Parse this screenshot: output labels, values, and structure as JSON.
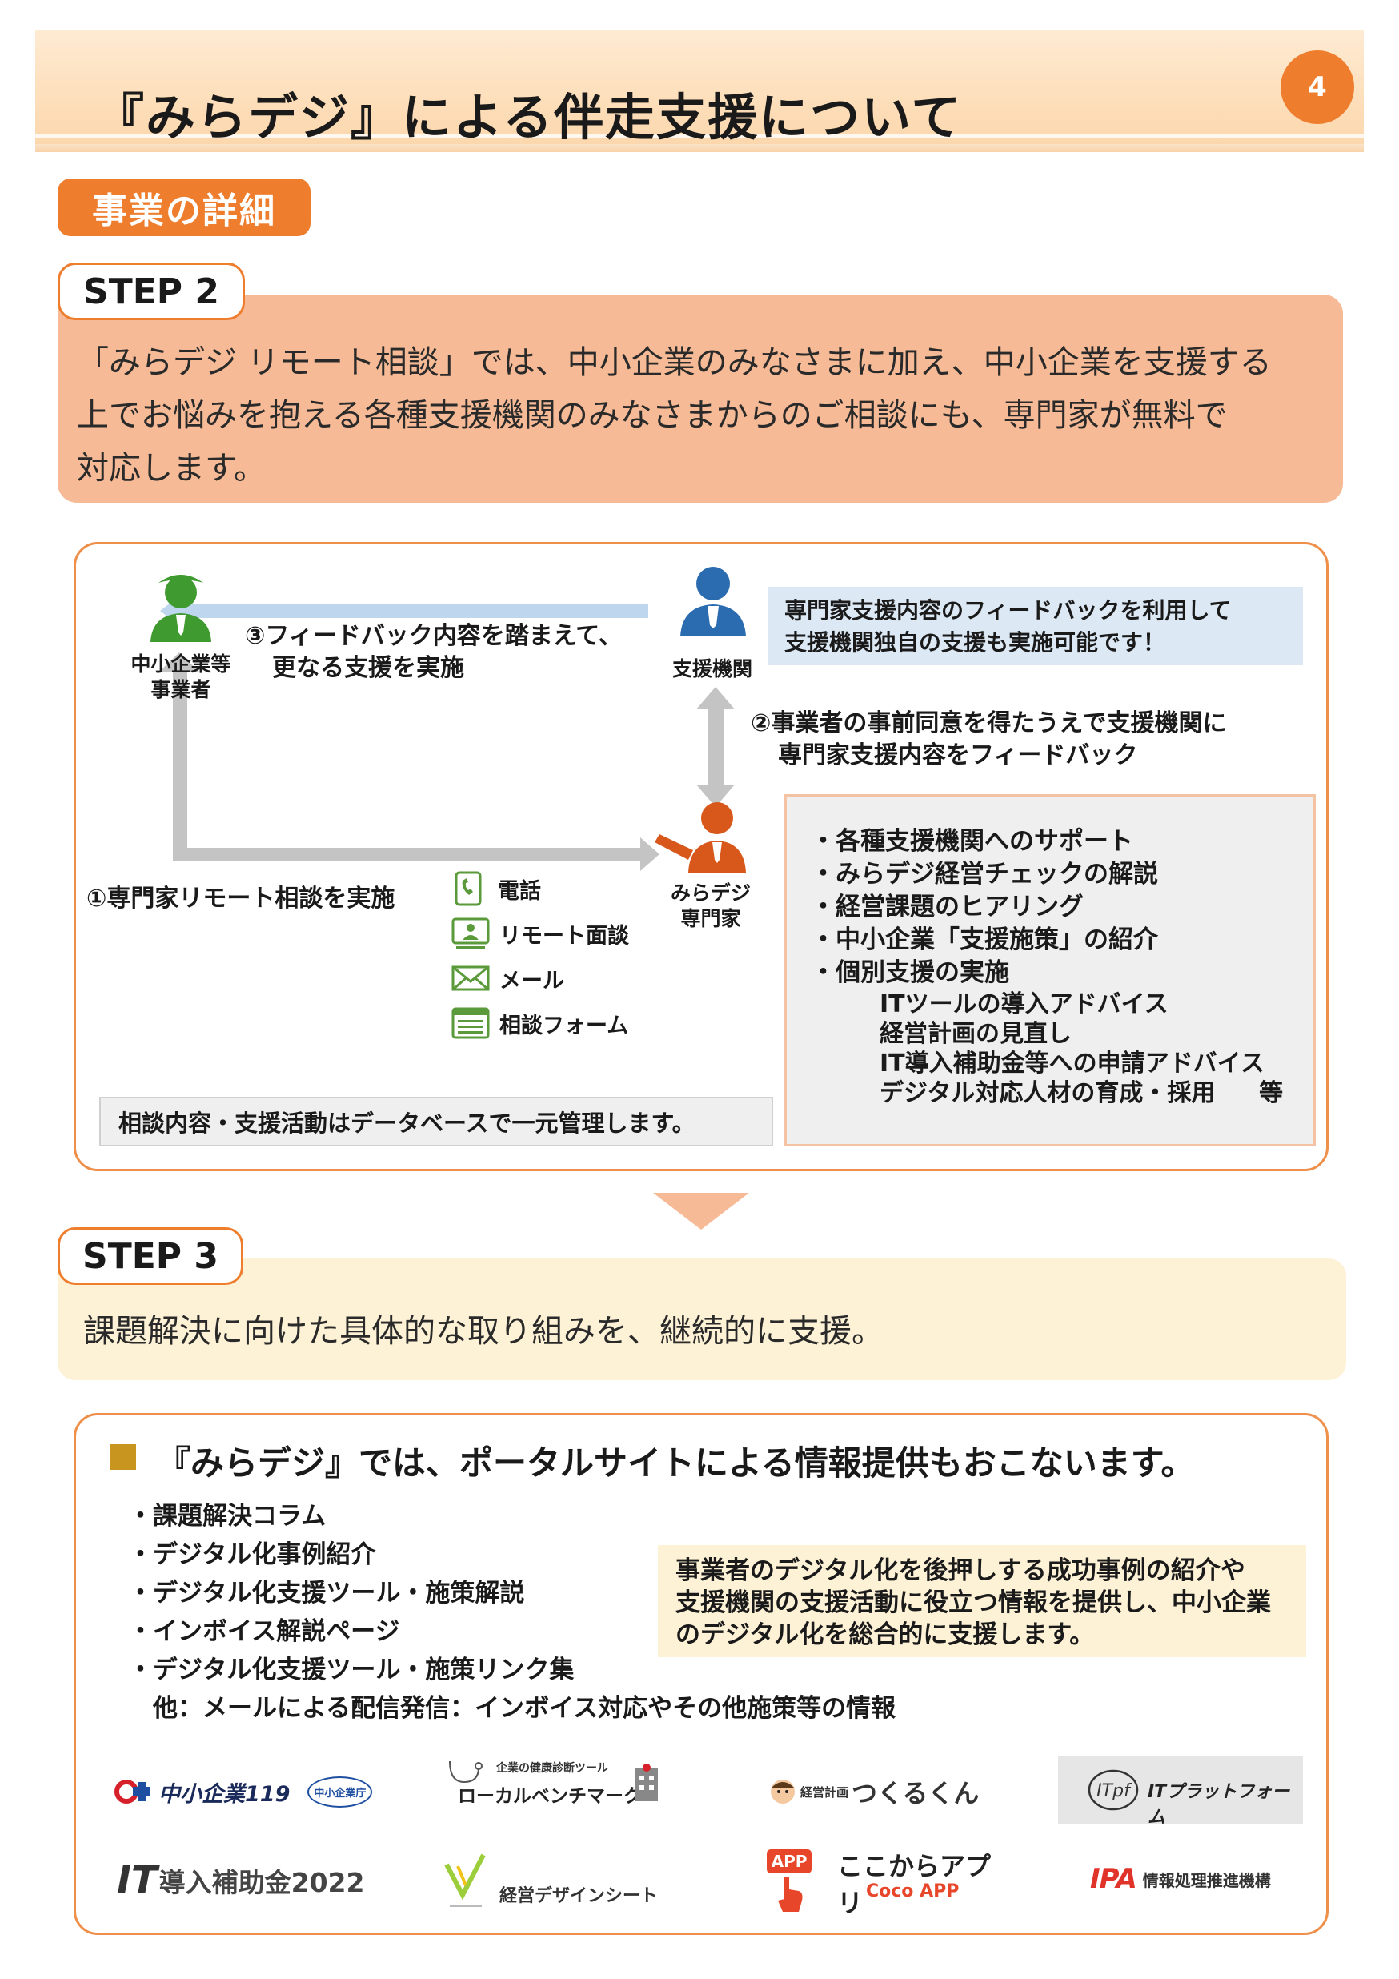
{
  "header": {
    "title": "『みらデジ』による伴走支援について",
    "page_number": "4"
  },
  "section": {
    "label": "事業の詳細"
  },
  "step2": {
    "label": "STEP 2",
    "lines": [
      "「みらデジ リモート相談」では、中小企業のみなさまに加え、中小企業を支援する",
      "上でお悩みを抱える各種支援機関のみなさまからのご相談にも、専門家が無料で",
      "対応します。"
    ]
  },
  "diagram": {
    "sme_label_1": "中小企業等",
    "sme_label_2": "事業者",
    "org_label": "支援機関",
    "expert_label_1": "みらデジ",
    "expert_label_2": "専門家",
    "step3_line1": "③フィードバック内容を踏まえて、",
    "step3_line2": "更なる支援を実施",
    "step2_line1": "②事業者の事前同意を得たうえで支援機関に",
    "step2_line2": "専門家支援内容をフィードバック",
    "step1": "①専門家リモート相談を実施",
    "channels": [
      "電話",
      "リモート面談",
      "メール",
      "相談フォーム"
    ],
    "feedback_line1": "専門家支援内容のフィードバックを利用して",
    "feedback_line2": "支援機関独自の支援も実施可能です！",
    "support_items": [
      "・各種支援機関へのサポート",
      "・みらデジ経営チェックの解説",
      "・経営課題のヒアリング",
      "・中小企業「支援施策」の紹介",
      "・個別支援の実施"
    ],
    "support_sub": [
      "ITツールの導入アドバイス",
      "経営計画の見直し",
      "IT導入補助金等への申請アドバイス",
      "デジタル対応人材の育成・採用"
    ],
    "support_etc": "等",
    "db_note": "相談内容・支援活動はデータベースで一元管理します。"
  },
  "step3": {
    "label": "STEP 3",
    "text": "課題解決に向けた具体的な取り組みを、継続的に支援。"
  },
  "portal": {
    "heading": "『みらデジ』では、ポータルサイトによる情報提供もおこないます。",
    "items": [
      "・課題解決コラム",
      "・デジタル化事例紹介",
      "・デジタル化支援ツール・施策解説",
      "・インボイス解説ページ",
      "・デジタル化支援ツール・施策リンク集",
      "　他：メールによる配信発信：インボイス対応やその他施策等の情報"
    ],
    "note_lines": [
      "事業者のデジタル化を後押しする成功事例の紹介や",
      "支援機関の支援活動に役立つ情報を提供し、中小企業",
      "のデジタル化を総合的に支援します。"
    ]
  },
  "logos": {
    "chusho119": "中小企業119",
    "chusho_badge": "中小企業庁",
    "benchmark_small": "企業の健康診断ツール",
    "benchmark": "ローカルベンチマーク",
    "tsukuru_prefix": "経営計画",
    "tsukuru": "つくるくん",
    "itpf": "ITプラットフォーム",
    "itpf_mark": "ITpf",
    "it2022_it": "IT",
    "it2022": "導入補助金2022",
    "design_sheet": "経営デザインシート",
    "app_badge": "APP",
    "kokokara": "ここからアプリ",
    "coco": "Coco APP",
    "ipa": "IPA",
    "ipa_text": "情報処理推進機構"
  },
  "colors": {
    "accent_orange": "#ee7d2e",
    "step2_fill": "#f6bb96",
    "step3_fill": "#fdf1d6",
    "feedback_fill": "#dce8f4",
    "arrow_blue": "#bed6ee",
    "arrow_gray": "#c4c4c4",
    "person_green": "#3f9a2f",
    "person_blue": "#2b6cb0",
    "person_orange": "#d8571a"
  }
}
